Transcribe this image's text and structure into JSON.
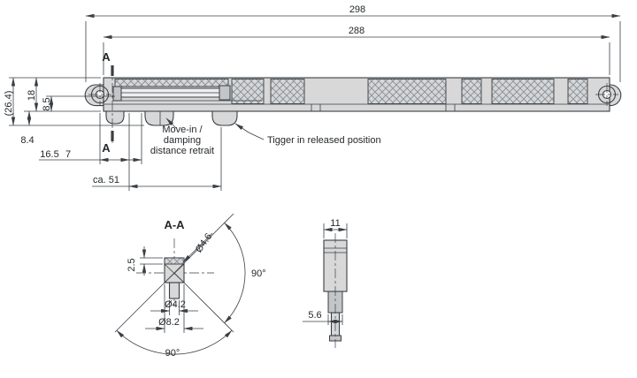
{
  "colors": {
    "line": "#3a3f44",
    "text": "#24282b",
    "fill-light": "#d8d8d8",
    "fill-mid": "#c3c6c9",
    "background": "#ffffff"
  },
  "main_view": {
    "dim_overall": "298",
    "dim_mounting": "288",
    "section_label_top": "A",
    "section_label_bottom": "A",
    "dim_total_height": "(26.4)",
    "dim_height": "18",
    "dim_lower_height": "8.5",
    "dim_trigger_depth": "8.4",
    "dim_hole_to_trigger": "16.5",
    "dim_trigger_width": "7",
    "dim_damping_distance": "ca. 51",
    "note_move_in_line1": "Move-in /",
    "note_move_in_line2": "damping",
    "note_move_in_line3": "distance retrait",
    "note_trigger": "Tigger in released position"
  },
  "section_view": {
    "title": "A-A",
    "dim_head_height": "2.5",
    "dim_diagonal": "Ø4.6",
    "dim_stem": "Ø4.2",
    "dim_base": "Ø8.2",
    "angle_right": "90°",
    "angle_bottom": "90°"
  },
  "side_view": {
    "dim_width": "11",
    "dim_stem_width": "5.6"
  }
}
